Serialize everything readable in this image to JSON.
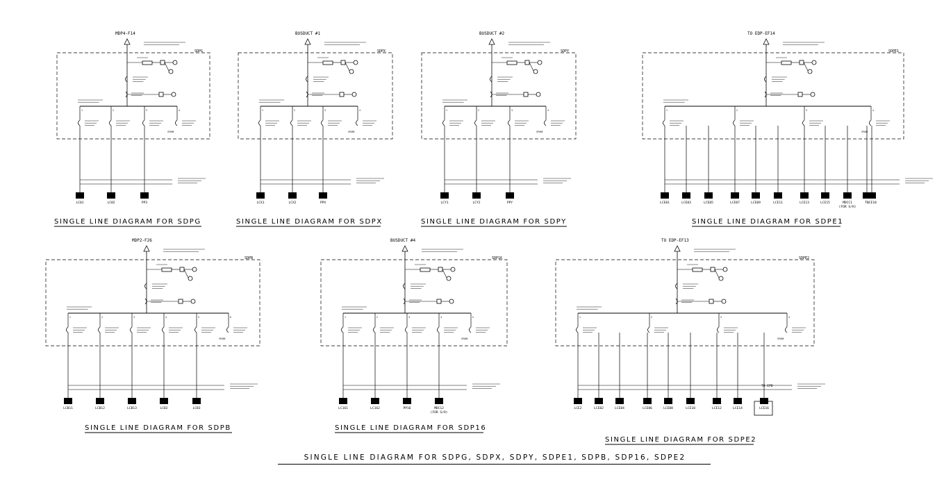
{
  "sheet_title": "SINGLE LINE DIAGRAM FOR SDPG, SDPX, SDPY, SDPE1, SDPB, SDP16, SDPE2",
  "colors": {
    "ink": "#000000",
    "background": "#ffffff"
  },
  "diagrams": [
    {
      "id": "SDPG",
      "source": "MDP4-F14",
      "panel_tag": "SDPG",
      "title": "SINGLE LINE DIAGRAM FOR SDPG",
      "feeders": [
        "1",
        "2",
        "3",
        "4"
      ],
      "spare_label": "SPARE",
      "loads": [
        "LC01",
        "LC02",
        "PP3"
      ]
    },
    {
      "id": "SDPX",
      "source": "BUSDUCT #1",
      "panel_tag": "SDPX",
      "title": "SINGLE LINE DIAGRAM FOR SDPX",
      "feeders": [
        "1",
        "2",
        "3",
        "4"
      ],
      "spare_label": "SPARE",
      "loads": [
        "LCX1",
        "LCX2",
        "PPX"
      ]
    },
    {
      "id": "SDPY",
      "source": "BUSDUCT #2",
      "panel_tag": "SDPY",
      "title": "SINGLE LINE DIAGRAM FOR SDPY",
      "feeders": [
        "1",
        "2",
        "3",
        "4"
      ],
      "spare_label": "SPARE",
      "loads": [
        "LCY1",
        "LCY2",
        "PPY"
      ]
    },
    {
      "id": "SDPE1",
      "source": "TO EDP-EF14",
      "panel_tag": "SDPE1",
      "title": "SINGLE LINE DIAGRAM FOR SDPE1",
      "feeders": [
        "1",
        "2",
        "3",
        "4"
      ],
      "spare_label": "SPARE",
      "loads": [
        "LCE01",
        "LCE03",
        "LCE05",
        "LCE07",
        "LCE09",
        "LCE11",
        "LCE13",
        "LCE15",
        "MDCC1",
        "TO",
        "LCE18"
      ],
      "note": "(FOR S/H)"
    },
    {
      "id": "SDPB",
      "source": "MDP2-F26",
      "panel_tag": "SDPB",
      "title": "SINGLE LINE DIAGRAM FOR SDPB",
      "feeders": [
        "1",
        "2",
        "3",
        "4",
        "5",
        "6"
      ],
      "spare_label": "SPARE",
      "loads": [
        "LCB11",
        "LCB12",
        "LCB13",
        "LCB2",
        "LCB3"
      ]
    },
    {
      "id": "SDP16",
      "source": "BUSDUCT #4",
      "panel_tag": "SDP16",
      "title": "SINGLE LINE DIAGRAM FOR SDP16",
      "feeders": [
        "1",
        "2",
        "3",
        "4",
        "5"
      ],
      "spare_label": "SPARE",
      "loads": [
        "LC161",
        "LC162",
        "PP16",
        "MDC12"
      ],
      "note": "(FOR S/H)"
    },
    {
      "id": "SDPE2",
      "source": "TO EDP-EF13",
      "panel_tag": "SDPE2",
      "title": "SINGLE LINE DIAGRAM FOR SDPE2",
      "feeders": [
        "1",
        "2",
        "3",
        "4"
      ],
      "spare_label": "SPARE",
      "loads": [
        "LCE2",
        "LCE02",
        "LCE04",
        "LCE06",
        "LCE08",
        "LCE10",
        "LCE12",
        "LCE14",
        "LCE16"
      ],
      "to_label": "TO EPD"
    }
  ]
}
